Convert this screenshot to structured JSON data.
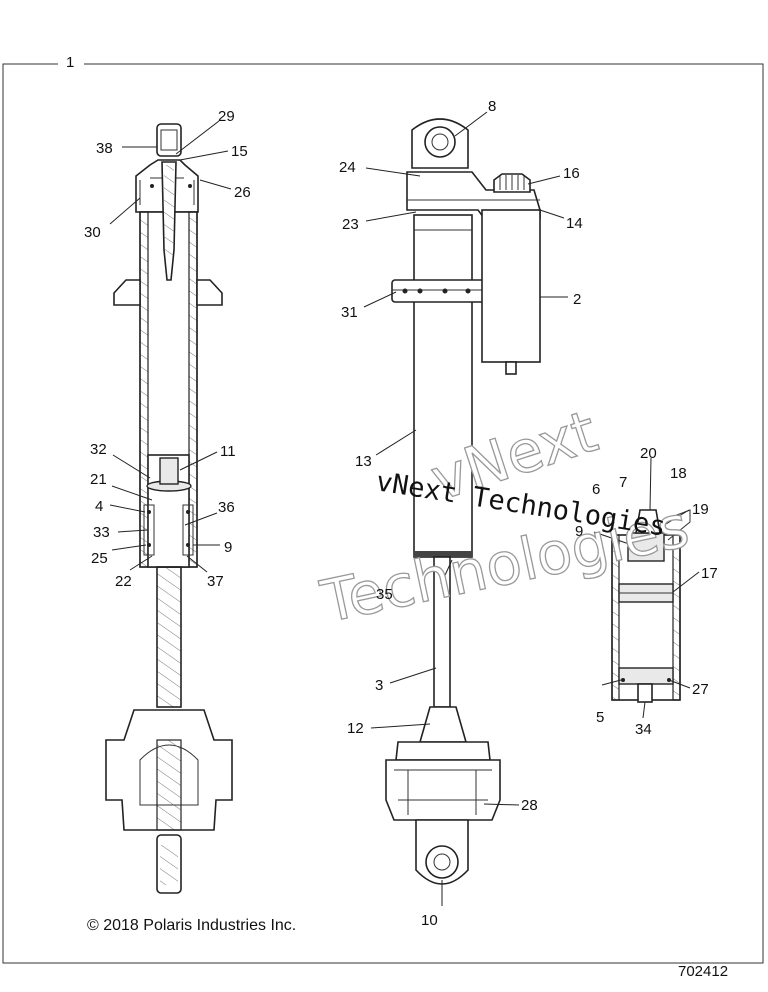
{
  "diagram": {
    "frame_label": "1",
    "copyright": "© 2018 Polaris Industries Inc.",
    "drawing_number": "702412",
    "watermark": {
      "line1": "vNext",
      "line2": "Technologies",
      "line3": "vNext Technologies"
    },
    "callouts": {
      "c38": "38",
      "c29": "29",
      "c15": "15",
      "c26": "26",
      "c30": "30",
      "c32": "32",
      "c11": "11",
      "c21": "21",
      "c4": "4",
      "c36": "36",
      "c33": "33",
      "c25": "25",
      "c9a": "9",
      "c22": "22",
      "c37": "37",
      "c8": "8",
      "c24": "24",
      "c16": "16",
      "c23": "23",
      "c14": "14",
      "c31": "31",
      "c2": "2",
      "c13": "13",
      "c35": "35",
      "c3": "3",
      "c12": "12",
      "c28": "28",
      "c10": "10",
      "c6": "6",
      "c7": "7",
      "c20": "20",
      "c18": "18",
      "c19": "19",
      "c9b": "9",
      "c17": "17",
      "c27": "27",
      "c5": "5",
      "c34": "34"
    }
  }
}
